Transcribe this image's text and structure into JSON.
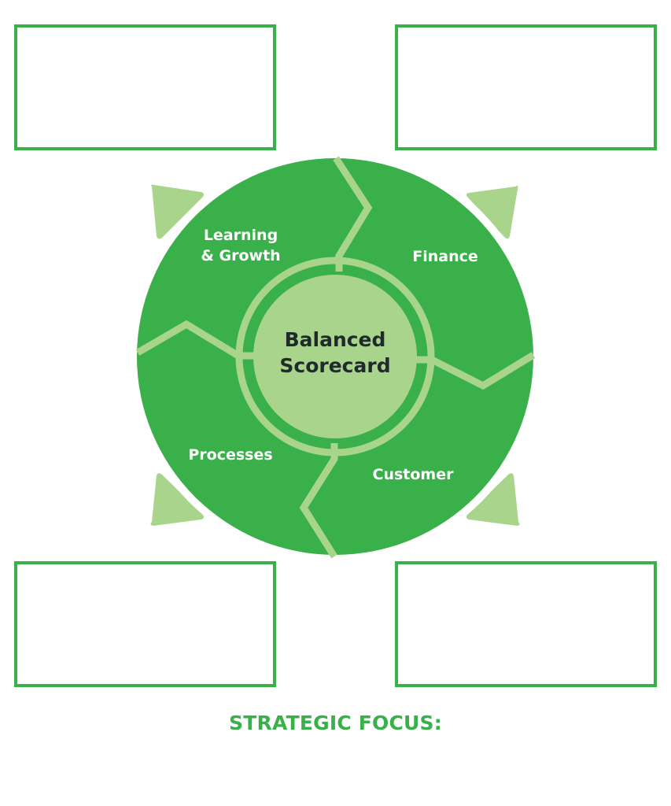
{
  "diagram": {
    "center": {
      "line1": "Balanced",
      "line2": "Scorecard"
    },
    "segments": {
      "learning": {
        "line1": "Learning",
        "line2": "& Growth"
      },
      "finance": "Finance",
      "customer": "Customer",
      "processes": "Processes"
    }
  },
  "footer": {
    "strategic_focus": "STRATEGIC FOCUS:"
  },
  "colors": {
    "primary_green": "#3ab04a",
    "light_green": "#a8d48c",
    "center_text": "#1f2a2a",
    "background": "#ffffff"
  }
}
